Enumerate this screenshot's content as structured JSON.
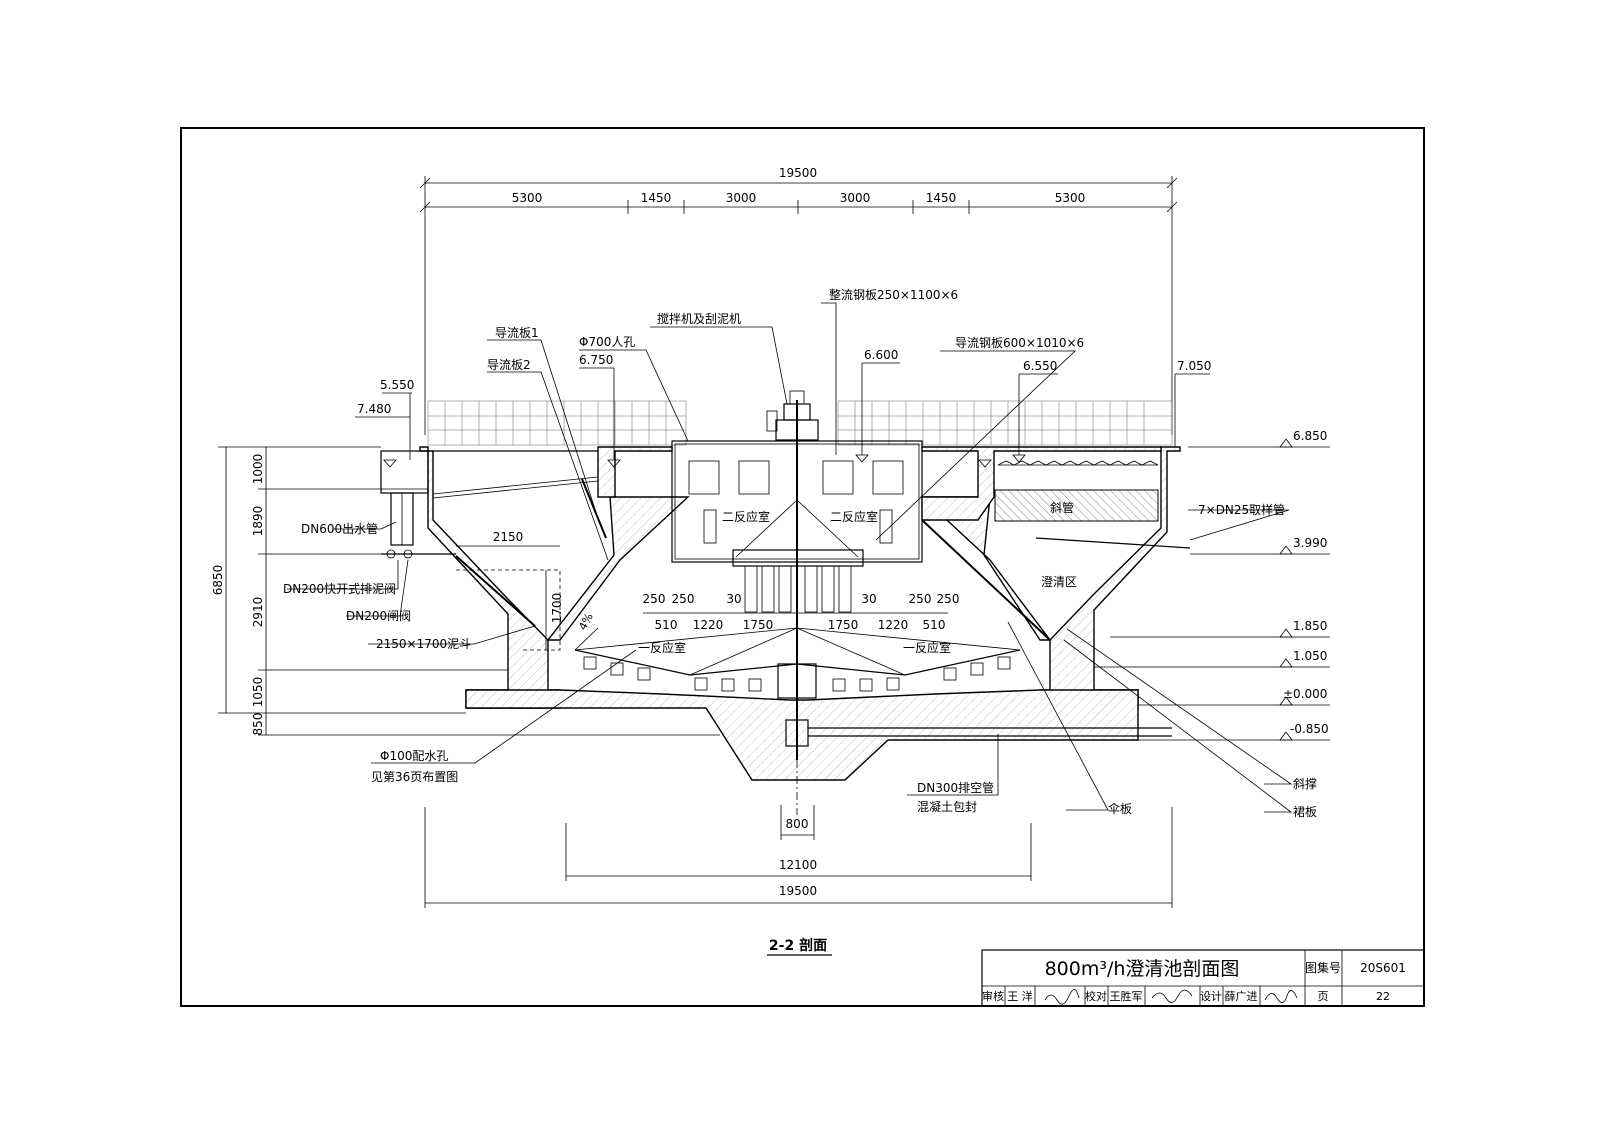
{
  "dimensions": {
    "top_total": "19500",
    "top_segments": [
      "5300",
      "1450",
      "3000",
      "3000",
      "1450",
      "5300"
    ],
    "bottom_mid": "12100",
    "bottom_total": "19500",
    "center_width": "800",
    "left_heights": [
      "1000",
      "1890",
      "2910",
      "1050",
      "850"
    ],
    "left_total": "6850",
    "sludge_hopper_w": "2150",
    "sludge_hopper_h": "1700",
    "inner_dims": [
      "250",
      "250",
      "30",
      "30",
      "250",
      "250"
    ],
    "inner_dims_lower": [
      "510",
      "1220",
      "1750",
      "1750",
      "1220",
      "510"
    ]
  },
  "elevations": {
    "e5550": "5.550",
    "e7480": "7.480",
    "e6750": "6.750",
    "e6600": "6.600",
    "e6550": "6.550",
    "e7050": "7.050",
    "right_levels": [
      "6.850",
      "3.990",
      "1.850",
      "1.050",
      "±0.000",
      "-0.850"
    ]
  },
  "labels": {
    "guide_plate_1": "导流板1",
    "guide_plate_2": "导流板2",
    "manhole": "Φ700人孔",
    "mixer": "搅拌机及刮泥机",
    "rect_steel": "整流钢板250×1100×6",
    "guide_steel": "导流钢板600×1010×6",
    "outlet_pipe": "DN600出水管",
    "quick_valve": "DN200快开式排泥阀",
    "gate_valve": "DN200闸阀",
    "sludge_hopper": "2150×1700泥斗",
    "second_reaction_l": "二反应室",
    "second_reaction_r": "二反应室",
    "first_reaction_l": "一反应室",
    "first_reaction_r": "一反应室",
    "inclined_tube": "斜管",
    "sampling_pipe": "7×DN25取样管",
    "clear_zone": "澄清区",
    "slope": "4%",
    "distribution_hole": "Φ100配水孔",
    "see_page": "见第36页布置图",
    "drain_pipe": "DN300排空管",
    "concrete_seal": "混凝土包封",
    "umbrella_plate": "伞板",
    "diagonal_brace": "斜撑",
    "rib_plate": "裙板",
    "section_title": "2-2 剖面"
  },
  "title_block": {
    "drawing_title": "800m³/h澄清池剖面图",
    "atlas_label": "图集号",
    "atlas_no": "20S601",
    "review_label": "审核",
    "reviewer": "王 洋",
    "check_label": "校对",
    "checker": "王胜军",
    "design_label": "设计",
    "designer": "薛广进",
    "page_label": "页",
    "page_no": "22"
  }
}
